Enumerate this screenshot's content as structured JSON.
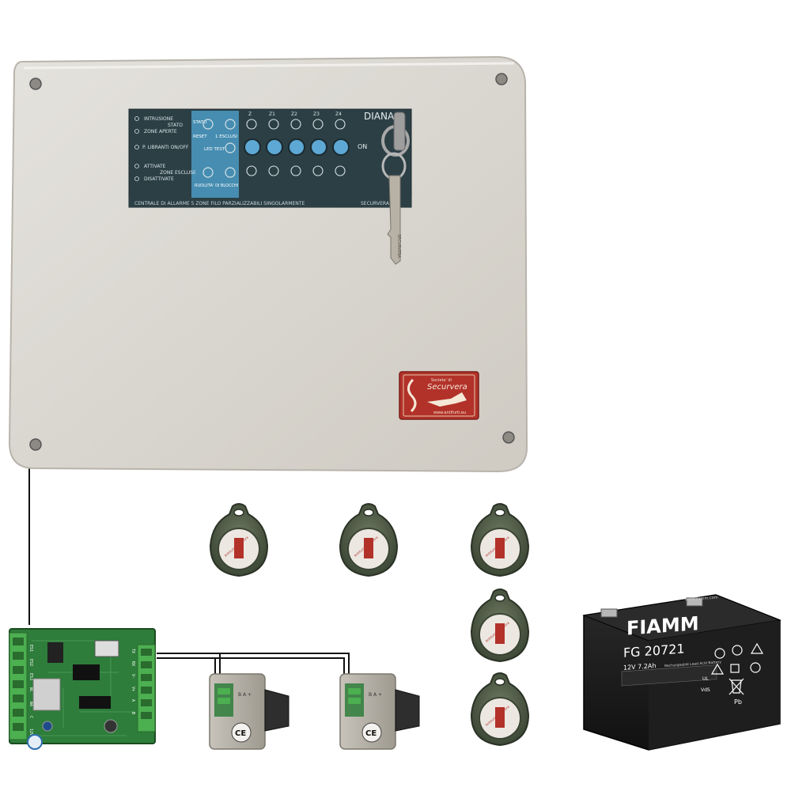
{
  "panel": {
    "brand": "DIANA",
    "on_label": "ON",
    "bottom_caption": "CENTRALE DI ALLARME 5 ZONE FILO PARZIALIZZABILI SINGOLARMENTE",
    "bottom_brand": "SECURVERA",
    "legend": [
      "INTRUSIONE",
      "STATO",
      "ZONE APERTE",
      "P. LIBRANTI ON/OFF",
      "ATTIVATE",
      "ZONE ESCLUSE",
      "DISATTIVATE"
    ],
    "group_labels": [
      "STATO",
      "RESET",
      "1 ESCLUSI",
      "LED TEST",
      "RUOLI/TA' DI BLOCCHI"
    ],
    "zone_labels": [
      "Z",
      "Z1",
      "Z2",
      "Z3",
      "Z4"
    ]
  },
  "logo": {
    "top": "Societa' di",
    "name": "Securvera",
    "url": "www.antifurti.eu"
  },
  "key": {
    "text": "SECURVERA"
  },
  "tag": {
    "text": "Antifurti Securvera"
  },
  "reader": {
    "label": "B A +",
    "ce": "CE"
  },
  "board": {
    "terminals": [
      "ES1",
      "ES2",
      "ES3",
      "NC",
      "NA",
      "C",
      "12V"
    ],
    "terminals_right": [
      "TX",
      "RX",
      "V-",
      "V+",
      "A",
      "B"
    ]
  },
  "battery": {
    "brand": "FIAMM",
    "model": "FG 20721",
    "rating": "12V 7.2Ah",
    "subtitle": "Rechargeable Lead Acid Battery",
    "site": "www.fiamm.com",
    "vds": "VdS",
    "pb": "Pb",
    "ul": "UL"
  },
  "colors": {
    "panel": "#dcd9d3",
    "panel_dark": "#bdb9b1",
    "faceplate": "#2c3f45",
    "faceplate_blue": "#4b9bc4",
    "led_blue": "#5da8d4",
    "logo_red": "#b2322a",
    "tag_green": "#4e5a44",
    "pcb_green": "#2e7d3a",
    "terminal_green": "#4caf50",
    "reader_gray": "#b0aca2",
    "battery_black": "#1b1b1b"
  }
}
